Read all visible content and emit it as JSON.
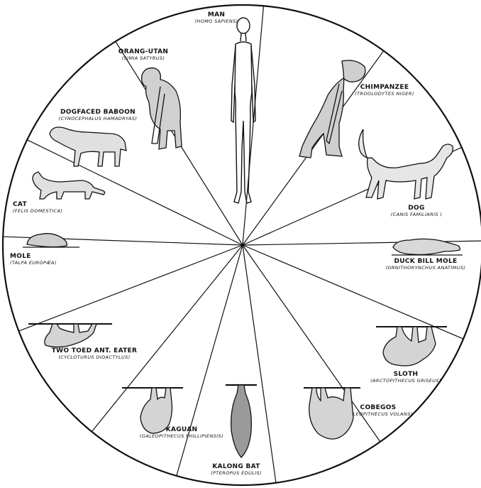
{
  "title": "",
  "animals": [
    {
      "name": "MAN",
      "scientific": "(HOMO SAPIENS)",
      "icon": "standing-human"
    },
    {
      "name": "CHIMPANZEE",
      "scientific": "(TROGLODYTES NIGER)",
      "icon": "chimpanzee"
    },
    {
      "name": "DOG",
      "scientific": "(CANIS FAMILIARIS )",
      "icon": "dog"
    },
    {
      "name": "DUCK BILL MOLE",
      "scientific": "(ORNITHORYNCHUS ANATIMUS)",
      "icon": "platypus"
    },
    {
      "name": "SLOTH",
      "scientific": "(ARCTOPITHECUS GRISEUS)",
      "icon": "hanging-sloth"
    },
    {
      "name": "COBEGOS",
      "scientific": "(GALEOPITHECUS VOLANS)",
      "icon": "hanging-colugo"
    },
    {
      "name": "KALONG BAT",
      "scientific": "(PTEROPUS EDULIS)",
      "icon": "hanging-bat"
    },
    {
      "name": "KAGUAN",
      "scientific": "(GALEOPITHECUS PHILLIPIENSIS)",
      "icon": "hanging-colugo"
    },
    {
      "name": "TWO TOED ANT. EATER",
      "scientific": "(CYCLOTURUS DIDACTYLUS)",
      "icon": "hanging-anteater"
    },
    {
      "name": "MOLE",
      "scientific": "(TALPA EUROPÆA)",
      "icon": "mole"
    },
    {
      "name": "CAT",
      "scientific": "(FELIS DOMESTICA)",
      "icon": "cat"
    },
    {
      "name": "DOGFACED BABOON",
      "scientific": "(CYNOCEPHALUS HAMADRYAS)",
      "icon": "baboon"
    },
    {
      "name": "ORANG-UTAN",
      "scientific": "(SIMIA SATYRUS)",
      "icon": "orangutan"
    }
  ]
}
